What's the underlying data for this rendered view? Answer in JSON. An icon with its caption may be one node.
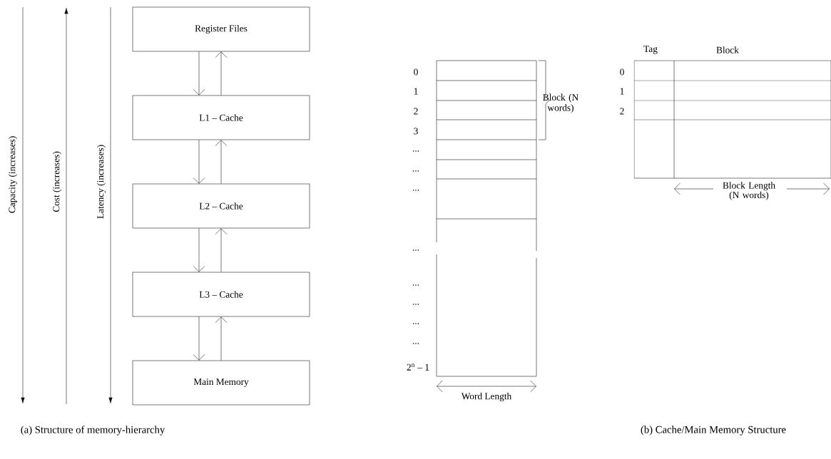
{
  "diagram": {
    "nodes": [
      {
        "text": [
          "Register Files"
        ]
      },
      {
        "text": [
          "L1 – Cache"
        ]
      },
      {
        "text": [
          "L2 – Cache"
        ]
      },
      {
        "text": [
          "L3  – Cache"
        ]
      },
      {
        "text": [
          "Main Memory"
        ]
      }
    ],
    "edges": [
      {
        "from": 0,
        "to": 1,
        "arrow": "to"
      },
      {
        "from": 1,
        "to": 0,
        "arrow": "to"
      },
      {
        "from": 1,
        "to": 2,
        "arrow": "to"
      },
      {
        "from": 2,
        "to": 1,
        "arrow": "to"
      },
      {
        "from": 2,
        "to": 3,
        "arrow": "to"
      },
      {
        "from": 3,
        "to": 2,
        "arrow": "to"
      },
      {
        "from": 3,
        "to": 4,
        "arrow": "to"
      },
      {
        "from": 4,
        "to": 3,
        "arrow": "to"
      }
    ],
    "labels": [
      "Capacity (increases)",
      "Cost (increases)",
      "Latency (increases)",
      "0",
      "1",
      "2",
      "3",
      "...",
      "...",
      "...",
      "...",
      "...",
      "...",
      "...",
      "...",
      "2$^{n}$ – 1",
      "Block (N words)",
      "Word Length",
      "Tag",
      "Block",
      "0",
      "1",
      "2",
      "Block Length (N words)",
      "(a) Structure of memory-hierarchy",
      "(b) Cache/Main Memory Structure"
    ]
  }
}
